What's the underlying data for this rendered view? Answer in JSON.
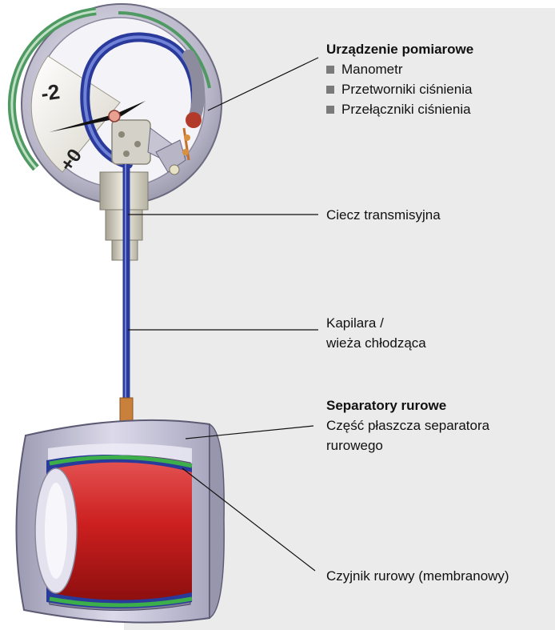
{
  "labels": {
    "measuring_device": {
      "title": "Urządzenie pomiarowe",
      "items": [
        "Manometr",
        "Przetworniki ciśnienia",
        "Przełączniki ciśnienia"
      ]
    },
    "transmission_fluid": "Ciecz transmisyjna",
    "capillary": {
      "line1": "Kapilara /",
      "line2": "wieża chłodząca"
    },
    "separators": {
      "title": "Separatory rurowe",
      "line1": "Część płaszcza separatora",
      "line2": "rurowego"
    },
    "sensing_element": "Czyjnik rurowy (membranowy)"
  },
  "gauge_dial": {
    "mark_minus": "-2",
    "mark_plus": "+0"
  },
  "colors": {
    "background": "#ebebeb",
    "capillary": "#2a3a9a",
    "tube_red": "#cc1f1f",
    "diaphragm_green": "#3cae4a",
    "housing": "#c8c5dc",
    "bullet": "#7a7a7a"
  }
}
